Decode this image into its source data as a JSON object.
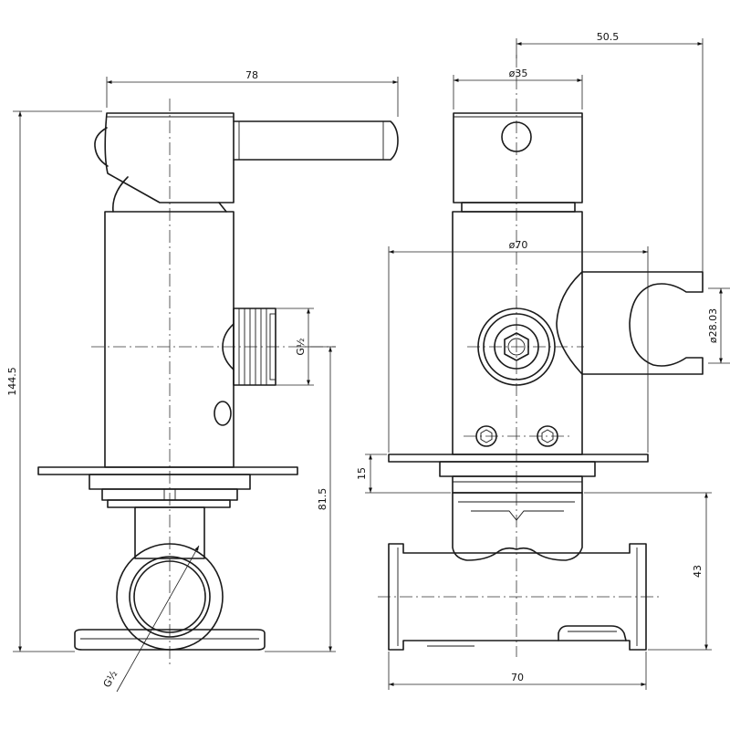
{
  "dimensions": {
    "width_78": "78",
    "height_144_5": "144.5",
    "height_81_5": "81.5",
    "thread_side": "G½",
    "thread_bottom": "G½",
    "offset_50_5": "50.5",
    "dia_35": "ø35",
    "dia_70": "ø70",
    "dia_28_03": "ø28.03",
    "height_15": "15",
    "height_43": "43",
    "width_70": "70"
  },
  "colors": {
    "stroke": "#1a1a1a",
    "background": "#ffffff"
  }
}
